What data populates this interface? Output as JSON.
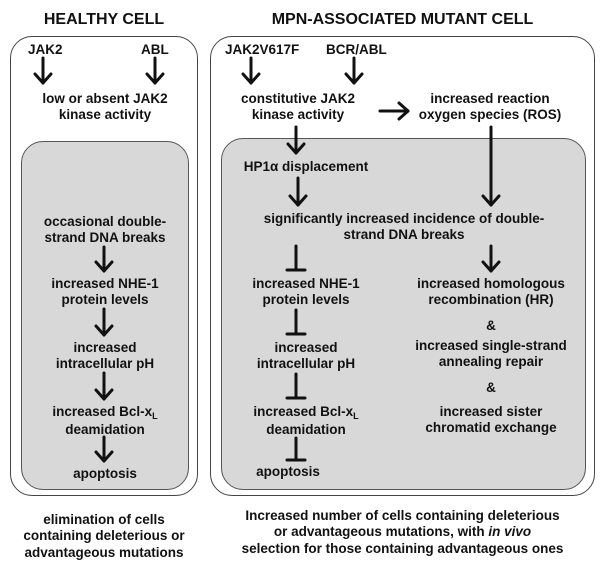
{
  "left": {
    "title": "HEALTHY CELL",
    "top_labels": {
      "jak2": "JAK2",
      "abl": "ABL"
    },
    "kinase": "low or absent JAK2\nkinase activity",
    "steps": {
      "dsb": "occasional double-\nstrand DNA breaks",
      "nhe1": "increased NHE-1\nprotein levels",
      "ph": "increased\nintracellular pH",
      "bcl_prefix": "increased Bcl-x",
      "bcl_sub": "L",
      "bcl_suffix": "deamidation",
      "apoptosis": "apoptosis"
    },
    "footer": "elimination of cells\ncontaining deleterious or\nadvantageous mutations"
  },
  "right": {
    "title": "MPN-ASSOCIATED MUTANT CELL",
    "top_labels": {
      "jak2": "JAK2V617F",
      "bcr": "BCR/ABL"
    },
    "kinase": "constitutive JAK2\nkinase activity",
    "ros": "increased reaction\noxygen species (ROS)",
    "hp1": "HP1α displacement",
    "dsb": "significantly increased incidence of double-\nstrand DNA breaks",
    "steps": {
      "nhe1": "increased NHE-1\nprotein levels",
      "ph": "increased\nintracellular pH",
      "bcl_prefix": "increased Bcl-x",
      "bcl_sub": "L",
      "bcl_suffix": "deamidation",
      "apoptosis": "apoptosis"
    },
    "repair": {
      "hr": "increased homologous\nrecombination (HR)",
      "amp1": "&",
      "ssa": "increased single-strand\nannealing repair",
      "amp2": "&",
      "sce": "increased sister\nchromatid exchange"
    },
    "footer_line1": "Increased number of cells containing deleterious",
    "footer_line2_prefix": "or advantageous mutations, with ",
    "footer_line2_em": "in vivo",
    "footer_line3": "selection for those containing advantageous ones"
  }
}
